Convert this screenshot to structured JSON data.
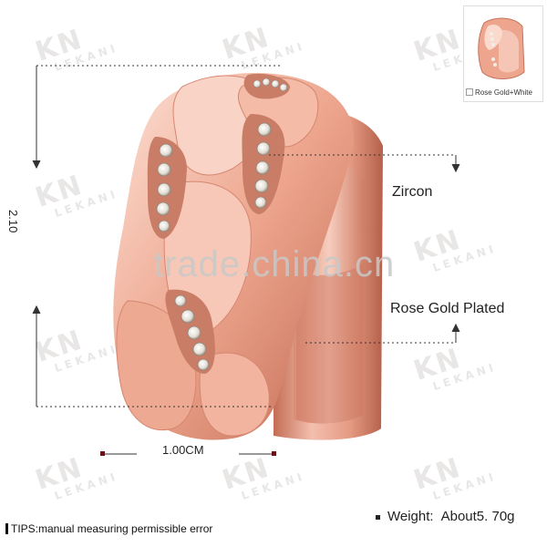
{
  "watermark": {
    "brand_letters": "KN",
    "brand_name": "LEKANI",
    "site": "trade.china.cn"
  },
  "labels": {
    "height": "2.10",
    "width": "1.00CM",
    "zircon": "Zircon",
    "plating": "Rose Gold Plated"
  },
  "weight": {
    "label": "Weight:",
    "value": "About5. 70g"
  },
  "tips": "TIPS:manual measuring permissible error",
  "thumbnail": {
    "option_label": "Rose Gold+White"
  },
  "colors": {
    "metal_light": "#f6c6b6",
    "metal_mid": "#e79a82",
    "metal_dark": "#b9624b",
    "stone": "#e8e4dc",
    "watermark": "#e9e6e6"
  }
}
